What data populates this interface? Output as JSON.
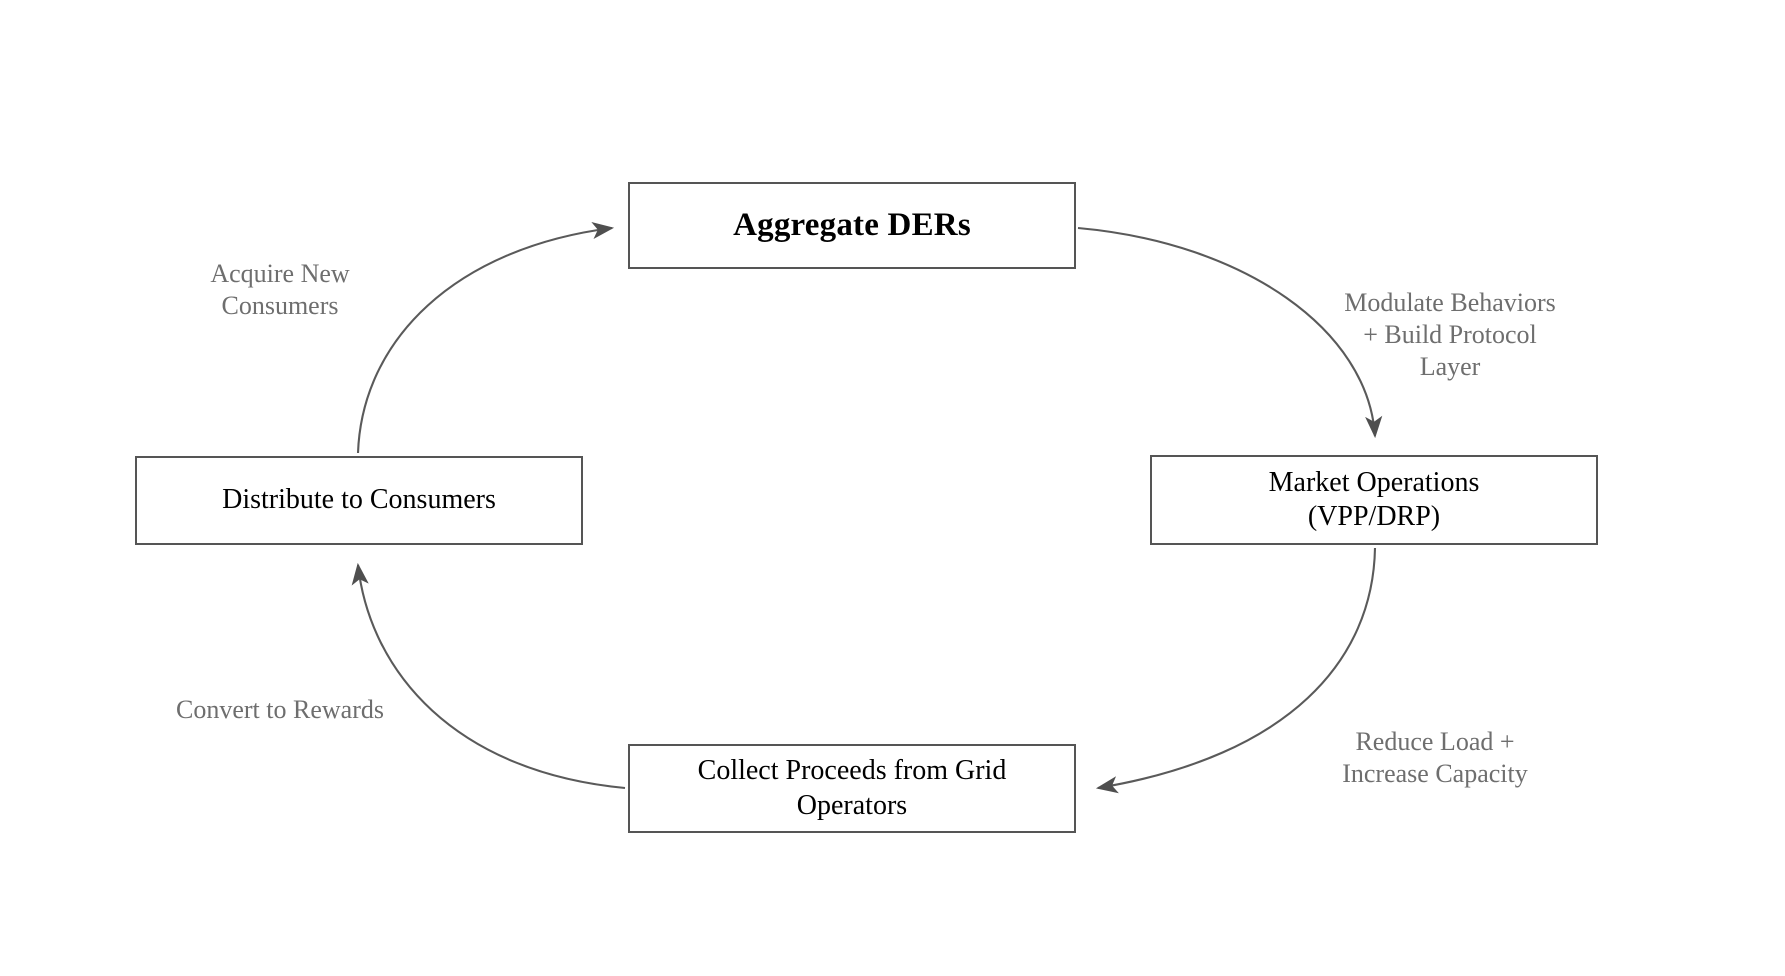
{
  "diagram": {
    "type": "cycle-flow-diagram",
    "direction": "clockwise",
    "background_color": "#ffffff",
    "node_border_color": "#555555",
    "node_text_color": "#000000",
    "edge_line_color": "#5a5a5a",
    "edge_label_color": "#6e6e6e",
    "nodes": [
      {
        "id": "aggregate-ders",
        "label": "Aggregate DERs",
        "position": "top",
        "emphasis": "bold"
      },
      {
        "id": "market-operations",
        "label": "Market Operations\n(VPP/DRP)",
        "position": "right",
        "emphasis": "normal"
      },
      {
        "id": "collect-proceeds",
        "label": "Collect Proceeds from Grid\nOperators",
        "position": "bottom",
        "emphasis": "normal"
      },
      {
        "id": "distribute-consumers",
        "label": "Distribute to Consumers",
        "position": "left",
        "emphasis": "normal"
      }
    ],
    "edges": [
      {
        "id": "aggregate-to-market",
        "from": "aggregate-ders",
        "to": "market-operations",
        "label": "Modulate Behaviors\n+ Build Protocol\nLayer",
        "arrowhead": "end"
      },
      {
        "id": "market-to-collect",
        "from": "market-operations",
        "to": "collect-proceeds",
        "label": "Reduce Load +\nIncrease Capacity",
        "arrowhead": "end"
      },
      {
        "id": "collect-to-distribute",
        "from": "collect-proceeds",
        "to": "distribute-consumers",
        "label": "Convert to Rewards",
        "arrowhead": "end"
      },
      {
        "id": "distribute-to-aggregate",
        "from": "distribute-consumers",
        "to": "aggregate-ders",
        "label": "Acquire New\nConsumers",
        "arrowhead": "end"
      }
    ]
  }
}
